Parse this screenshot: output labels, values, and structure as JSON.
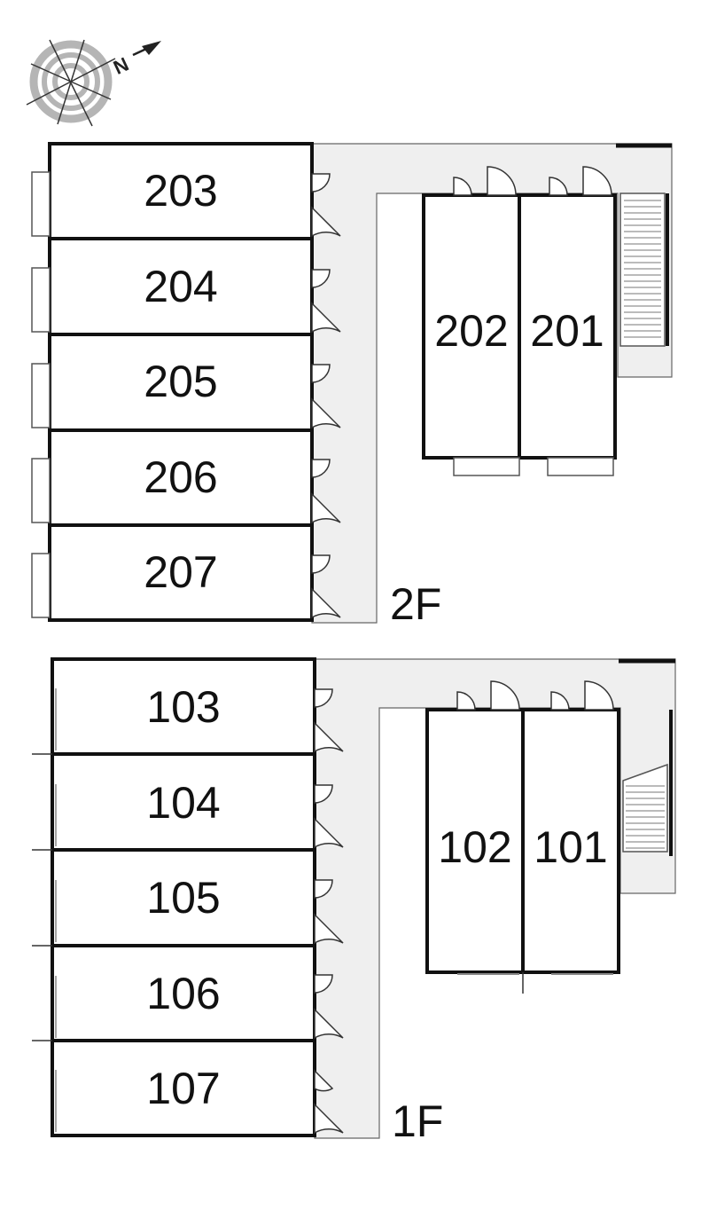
{
  "compass": {
    "north_label": "N",
    "icon": "compass-icon"
  },
  "floors": [
    {
      "label": "2F",
      "units_west": [
        "203",
        "204",
        "205",
        "206",
        "207"
      ],
      "units_east": [
        "202",
        "201"
      ]
    },
    {
      "label": "1F",
      "units_west": [
        "103",
        "104",
        "105",
        "106",
        "107"
      ],
      "units_east": [
        "102",
        "101"
      ]
    }
  ],
  "colors": {
    "corridor": "#efefef",
    "wall": "#111111",
    "line": "#555555"
  }
}
